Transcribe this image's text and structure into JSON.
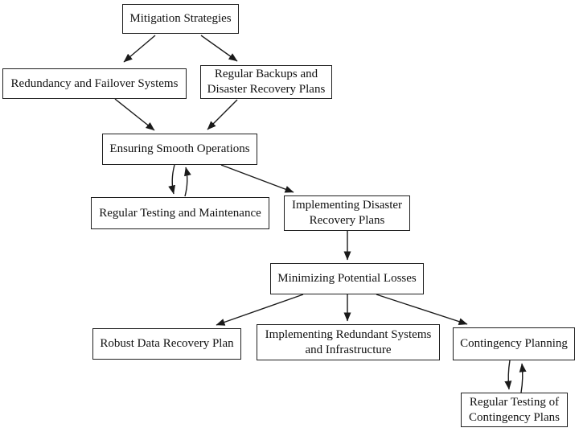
{
  "diagram": {
    "colors": {
      "background": "#ffffff",
      "line": "#1a1a1a",
      "box_border": "#1f1f1f",
      "text": "#111111"
    },
    "nodes": {
      "mitigation_strategies": {
        "label": "Mitigation Strategies"
      },
      "redundancy_failover": {
        "label": "Redundancy and Failover Systems"
      },
      "regular_backups": {
        "label": "Regular Backups and Disaster Recovery Plans"
      },
      "ensuring_smooth_operations": {
        "label": "Ensuring Smooth Operations"
      },
      "regular_testing_maintenance": {
        "label": "Regular Testing and Maintenance"
      },
      "implementing_disaster_recovery": {
        "label": "Implementing Disaster Recovery Plans"
      },
      "minimizing_potential_losses": {
        "label": "Minimizing Potential Losses"
      },
      "robust_data_recovery": {
        "label": "Robust Data Recovery Plan"
      },
      "implementing_redundant_systems": {
        "label": "Implementing Redundant Systems and Infrastructure"
      },
      "contingency_planning": {
        "label": "Contingency Planning"
      },
      "regular_testing_contingency": {
        "label": "Regular Testing of Contingency Plans"
      }
    },
    "edges": [
      {
        "from": "mitigation_strategies",
        "to": "redundancy_failover",
        "bidirectional": false
      },
      {
        "from": "mitigation_strategies",
        "to": "regular_backups",
        "bidirectional": false
      },
      {
        "from": "redundancy_failover",
        "to": "ensuring_smooth_operations",
        "bidirectional": false
      },
      {
        "from": "regular_backups",
        "to": "ensuring_smooth_operations",
        "bidirectional": false
      },
      {
        "from": "ensuring_smooth_operations",
        "to": "regular_testing_maintenance",
        "bidirectional": true
      },
      {
        "from": "ensuring_smooth_operations",
        "to": "implementing_disaster_recovery",
        "bidirectional": false
      },
      {
        "from": "implementing_disaster_recovery",
        "to": "minimizing_potential_losses",
        "bidirectional": false
      },
      {
        "from": "minimizing_potential_losses",
        "to": "robust_data_recovery",
        "bidirectional": false
      },
      {
        "from": "minimizing_potential_losses",
        "to": "implementing_redundant_systems",
        "bidirectional": false
      },
      {
        "from": "minimizing_potential_losses",
        "to": "contingency_planning",
        "bidirectional": false
      },
      {
        "from": "contingency_planning",
        "to": "regular_testing_contingency",
        "bidirectional": true
      }
    ]
  }
}
